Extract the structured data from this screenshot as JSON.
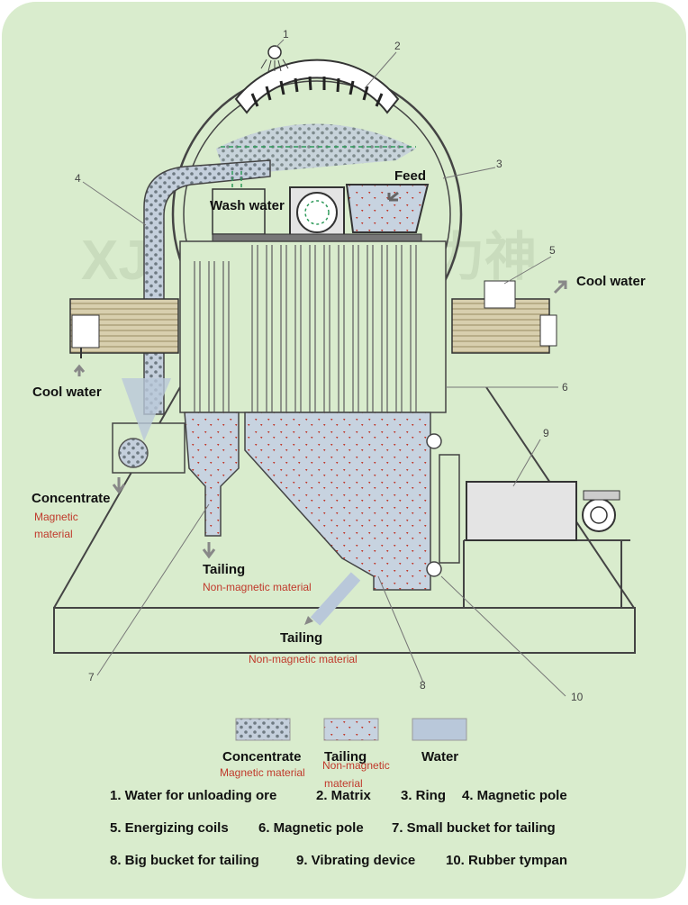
{
  "diagram": {
    "callout_numbers": [
      "1",
      "2",
      "3",
      "4",
      "5",
      "6",
      "7",
      "8",
      "9",
      "10"
    ],
    "labels": {
      "feed": "Feed",
      "wash_water": "Wash water",
      "cool_water_right": "Cool water",
      "cool_water_left": "Cool water",
      "concentrate": "Concentrate",
      "concentrate_sub": "Magnetic",
      "concentrate_sub2": "material",
      "tailing_small": "Tailing",
      "tailing_small_sub": "Non-magnetic material",
      "tailing_big": "Tailing",
      "tailing_big_sub": "Non-magnetic material"
    },
    "watermark": "XJ",
    "watermark_cn": "力神"
  },
  "legend": [
    {
      "title": "Concentrate",
      "sub": "Magnetic material",
      "sub2": ""
    },
    {
      "title": "Tailing",
      "sub": "Non-magnetic",
      "sub2": "material"
    },
    {
      "title": "Water",
      "sub": "",
      "sub2": ""
    }
  ],
  "parts_list": {
    "row1": [
      "1. Water for unloading ore",
      "2. Matrix",
      "3. Ring",
      "4. Magnetic pole"
    ],
    "row2": [
      "5. Energizing coils",
      "6. Magnetic pole",
      "7. Small bucket for tailing"
    ],
    "row3": [
      "8. Big bucket for tailing",
      "9. Vibrating device",
      "10. Rubber tympan"
    ]
  },
  "colors": {
    "background": "#d9eccd",
    "water": "#b9c8da",
    "tailing_dot": "#c0392b",
    "concentrate_dot": "#6e7a82",
    "metal": "#4a4a4a"
  }
}
